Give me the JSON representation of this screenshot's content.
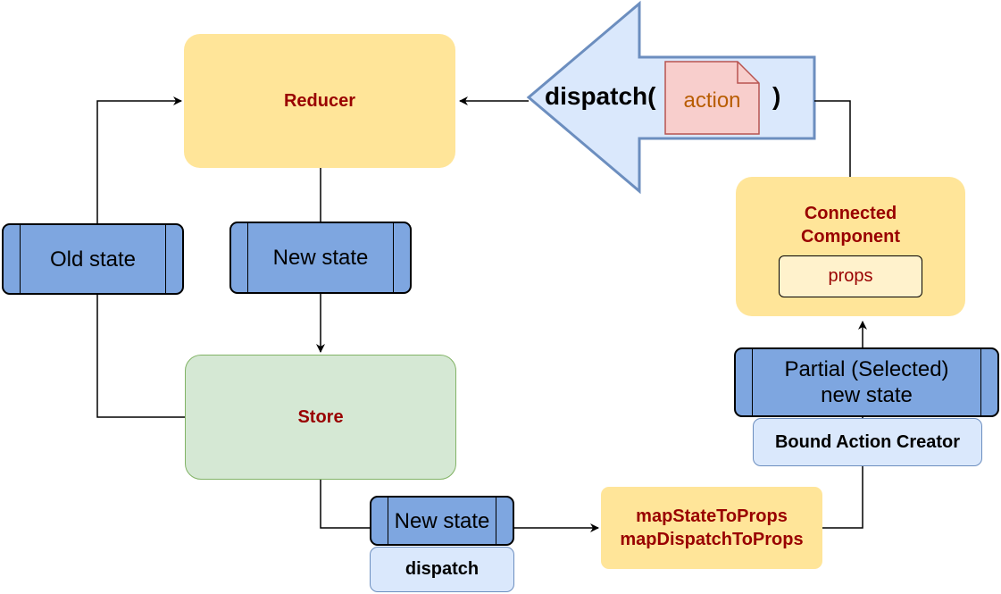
{
  "nodes": {
    "reducer": "Reducer",
    "store": "Store",
    "connected_component": "Connected Component",
    "props": "props",
    "old_state": "Old state",
    "new_state_top": "New state",
    "new_state_bottom": "New state",
    "dispatch_label": "dispatch",
    "map_state": "mapStateToProps",
    "map_dispatch": "mapDispatchToProps",
    "partial_state": "Partial (Selected) new state",
    "bound_action_creator": "Bound Action Creator"
  },
  "dispatch_arrow": {
    "prefix": "dispatch(",
    "action": "action",
    "suffix": ")"
  },
  "colors": {
    "title": "#990000",
    "yellow_fill": "#ffe599",
    "green_fill": "#d5e8d4",
    "green_stroke": "#82b366",
    "state_fill": "#7ea6e0",
    "light_blue_fill": "#dae8fc",
    "light_blue_stroke": "#6c8ebf",
    "action_fill": "#f8cecc",
    "action_stroke": "#b85450"
  }
}
